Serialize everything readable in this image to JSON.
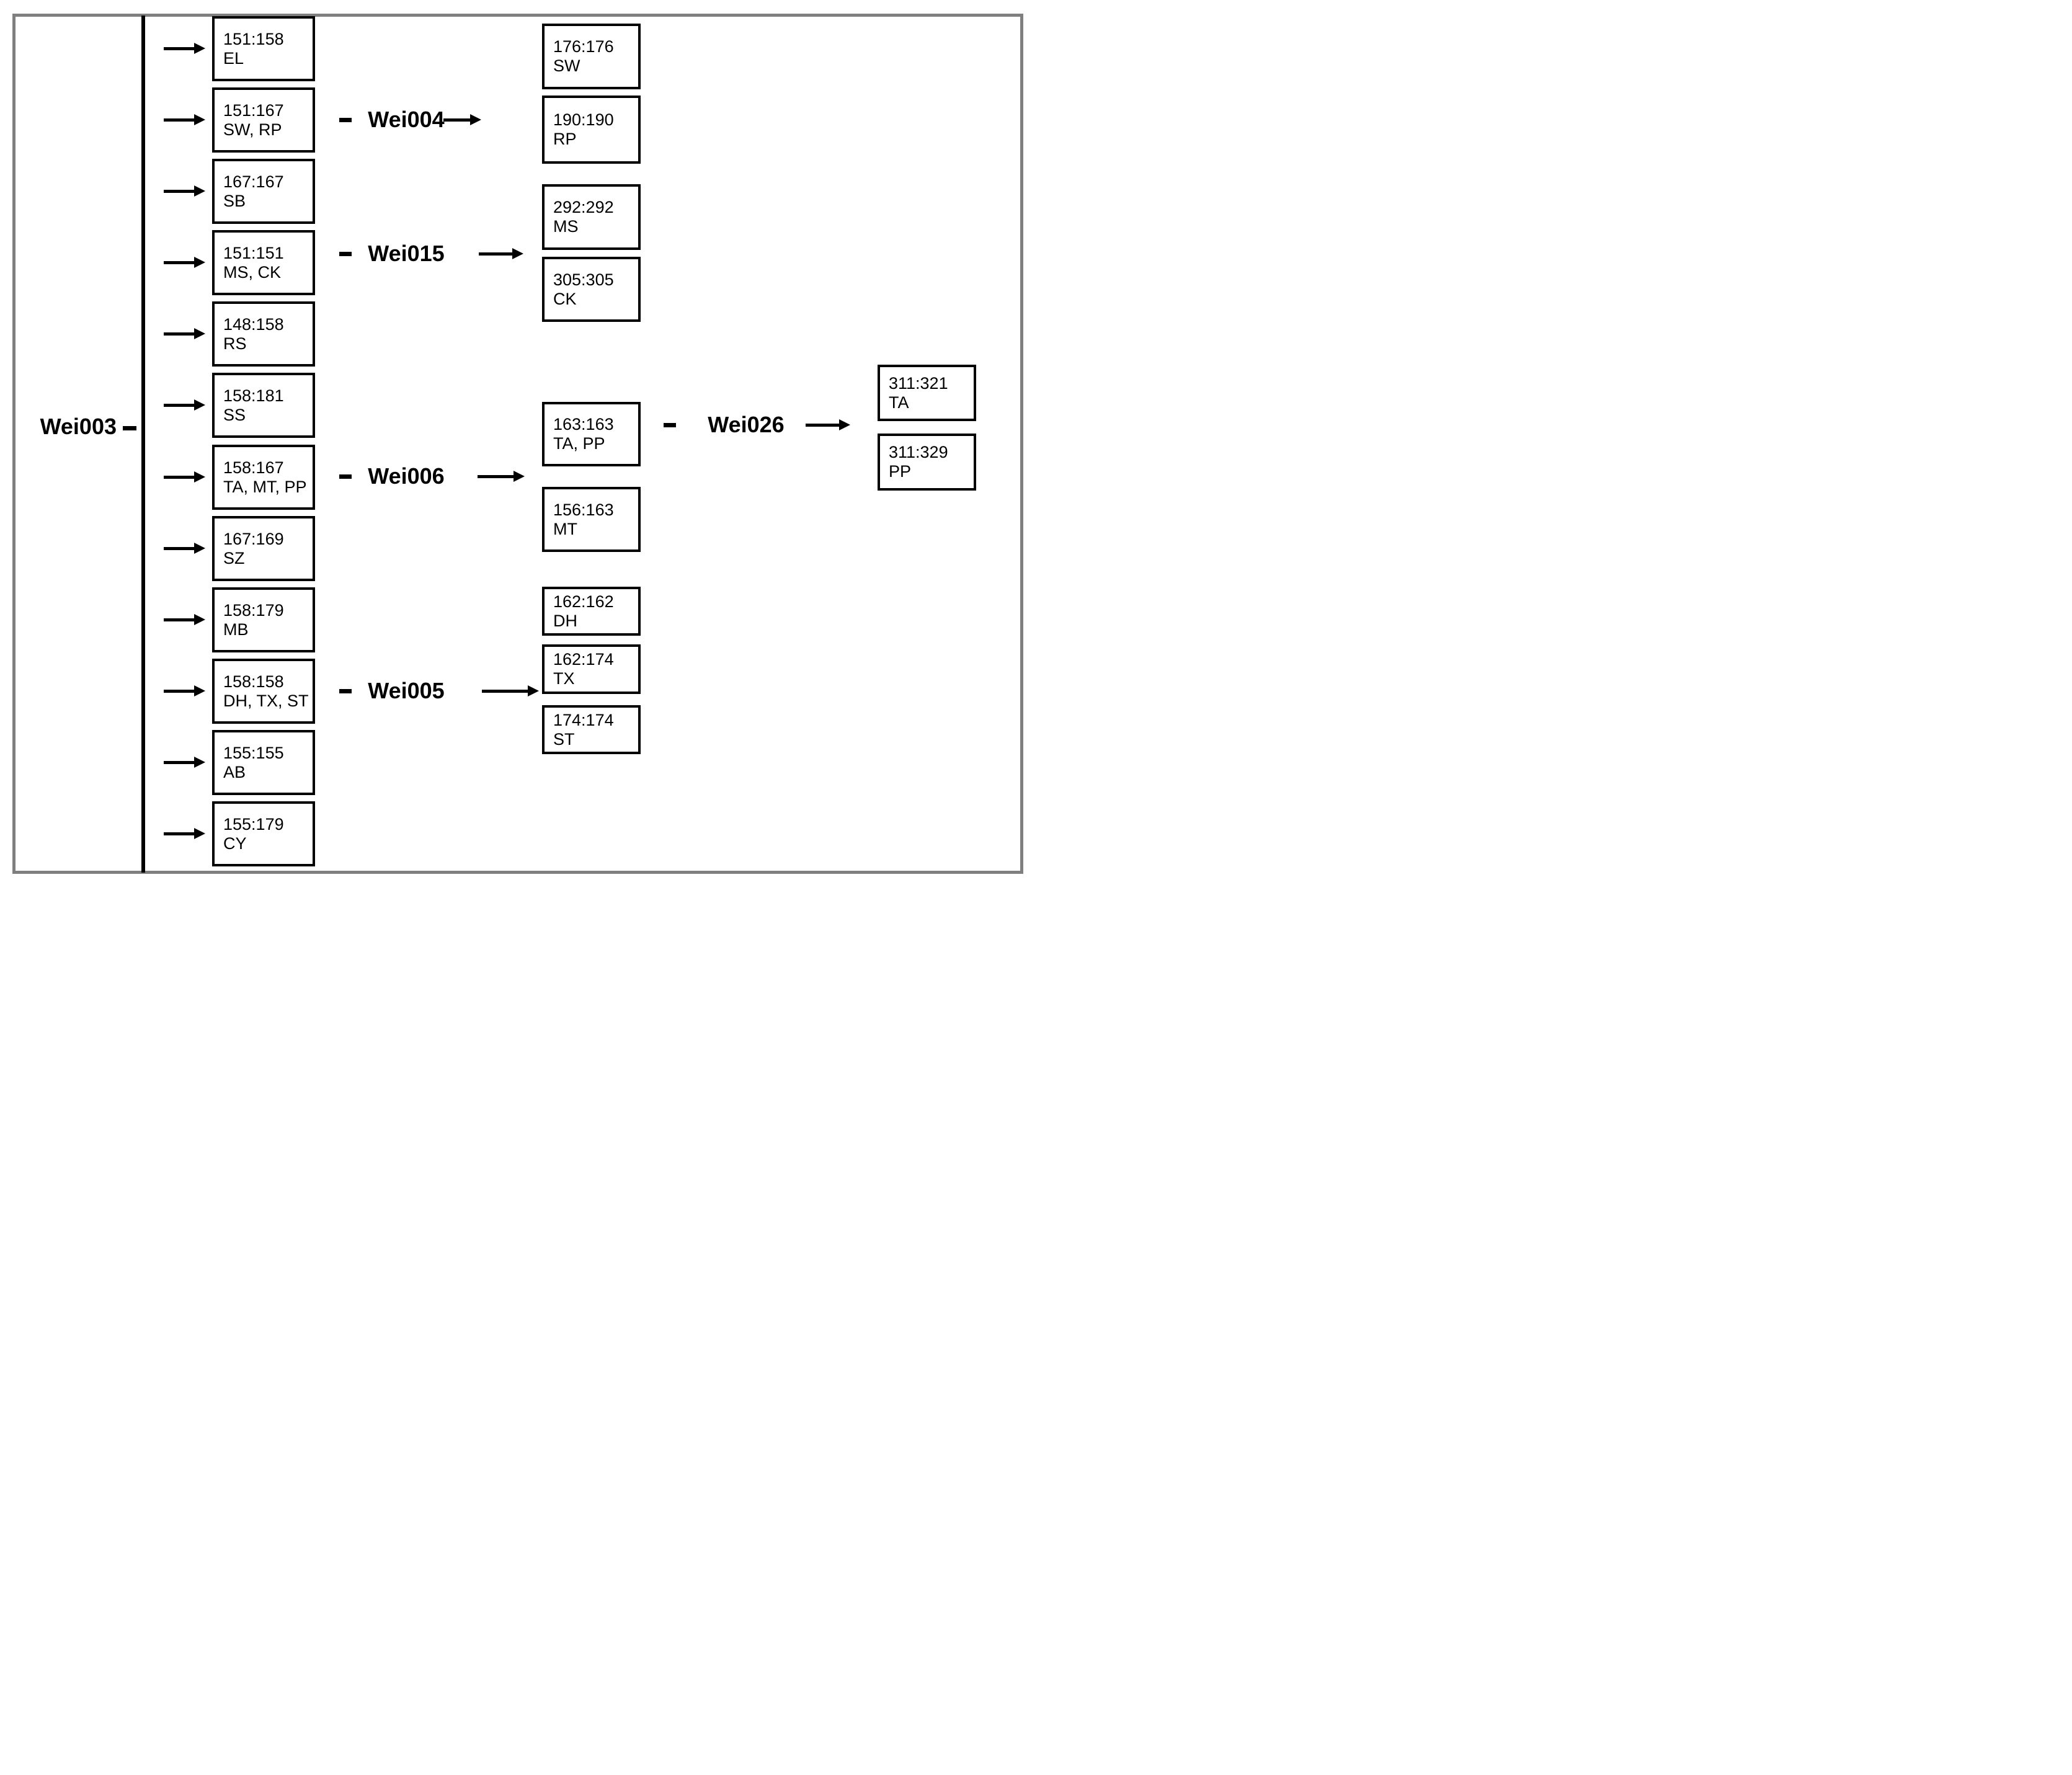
{
  "figure": {
    "root_label": "Wei003",
    "generation1": [
      {
        "value": "151:158",
        "carriers": "EL"
      },
      {
        "value": "151:167",
        "carriers": "SW, RP"
      },
      {
        "value": "167:167",
        "carriers": "SB"
      },
      {
        "value": "151:151",
        "carriers": "MS, CK"
      },
      {
        "value": "148:158",
        "carriers": "RS"
      },
      {
        "value": "158:181",
        "carriers": "SS"
      },
      {
        "value": "158:167",
        "carriers": "TA, MT, PP"
      },
      {
        "value": "167:169",
        "carriers": "SZ"
      },
      {
        "value": "158:179",
        "carriers": "MB"
      },
      {
        "value": "158:158",
        "carriers": "DH, TX, ST"
      },
      {
        "value": "155:155",
        "carriers": "AB"
      },
      {
        "value": "155:179",
        "carriers": "CY"
      }
    ],
    "groups": [
      {
        "label": "Wei004",
        "boxes": [
          {
            "value": "176:176",
            "carriers": "SW"
          },
          {
            "value": "190:190",
            "carriers": "RP"
          }
        ]
      },
      {
        "label": "Wei015",
        "boxes": [
          {
            "value": "292:292",
            "carriers": "MS"
          },
          {
            "value": "305:305",
            "carriers": "CK"
          }
        ]
      },
      {
        "label": "Wei006",
        "boxes": [
          {
            "value": "163:163",
            "carriers": "TA, PP"
          },
          {
            "value": "156:163",
            "carriers": "MT"
          }
        ]
      },
      {
        "label": "Wei005",
        "boxes": [
          {
            "value": "162:162",
            "carriers": "DH"
          },
          {
            "value": "162:174",
            "carriers": "TX"
          },
          {
            "value": "174:174",
            "carriers": "ST"
          }
        ]
      },
      {
        "label": "Wei026",
        "boxes": [
          {
            "value": "311:321",
            "carriers": "TA"
          },
          {
            "value": "311:329",
            "carriers": "PP"
          }
        ]
      }
    ],
    "colors": {
      "frame": "#7f7f7f",
      "ink": "#000000"
    }
  }
}
